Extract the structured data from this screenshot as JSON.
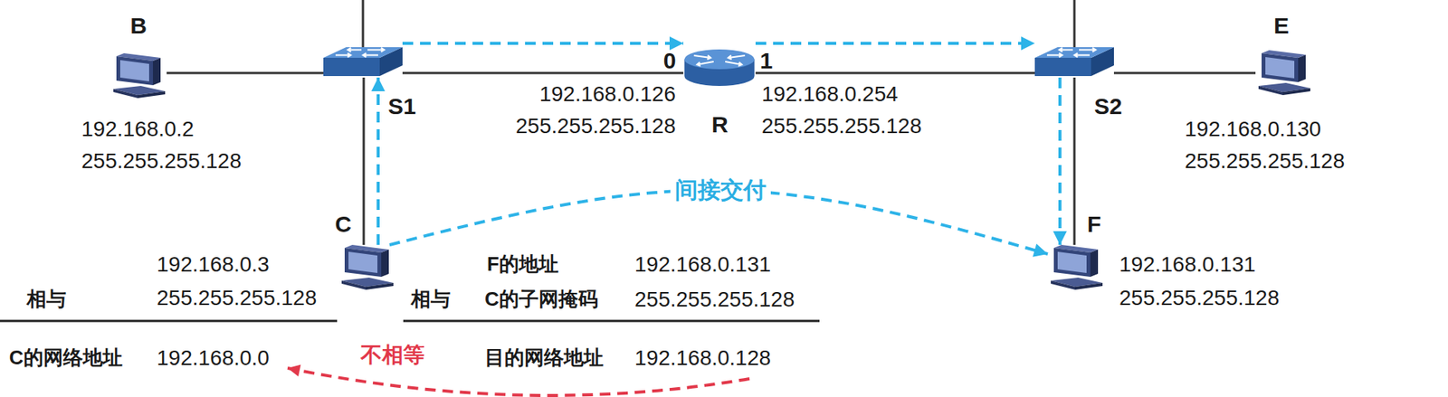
{
  "diagram": {
    "nodes": [
      {
        "text": [
          "B",
          "192.168.0.2",
          "255.255.255.128"
        ]
      },
      {
        "text": [
          "S1"
        ]
      },
      {
        "text": [
          "R",
          "0",
          "1",
          "192.168.0.126",
          "255.255.255.128",
          "192.168.0.254",
          "255.255.255.128"
        ]
      },
      {
        "text": [
          "S2"
        ]
      },
      {
        "text": [
          "E",
          "192.168.0.130",
          "255.255.255.128"
        ]
      },
      {
        "text": [
          "C",
          "192.168.0.3",
          "255.255.255.128"
        ]
      },
      {
        "text": [
          "F",
          "192.168.0.131",
          "255.255.255.128"
        ]
      }
    ],
    "edges": [
      {
        "from": 0,
        "to": 1,
        "arrow": "none"
      },
      {
        "from": 1,
        "to": 2,
        "arrow": "none"
      },
      {
        "from": 2,
        "to": 3,
        "arrow": "none"
      },
      {
        "from": 3,
        "to": 4,
        "arrow": "none"
      },
      {
        "from": 1,
        "to": 5,
        "arrow": "none"
      },
      {
        "from": 3,
        "to": 6,
        "arrow": "none"
      },
      {
        "from": 1,
        "to": 2,
        "arrow": "to"
      },
      {
        "from": 2,
        "to": 3,
        "arrow": "to"
      },
      {
        "from": 3,
        "to": 6,
        "arrow": "to"
      },
      {
        "from": 5,
        "to": 1,
        "arrow": "to"
      },
      {
        "from": 5,
        "to": 6,
        "label": "间接交付",
        "arrow": "to"
      }
    ],
    "labels": [
      "相与",
      "C的网络地址",
      "192.168.0.0",
      "F的地址",
      "192.168.0.131",
      "相与",
      "C的子网掩码",
      "255.255.255.128",
      "目的网络地址",
      "192.168.0.128",
      "不相等"
    ]
  }
}
